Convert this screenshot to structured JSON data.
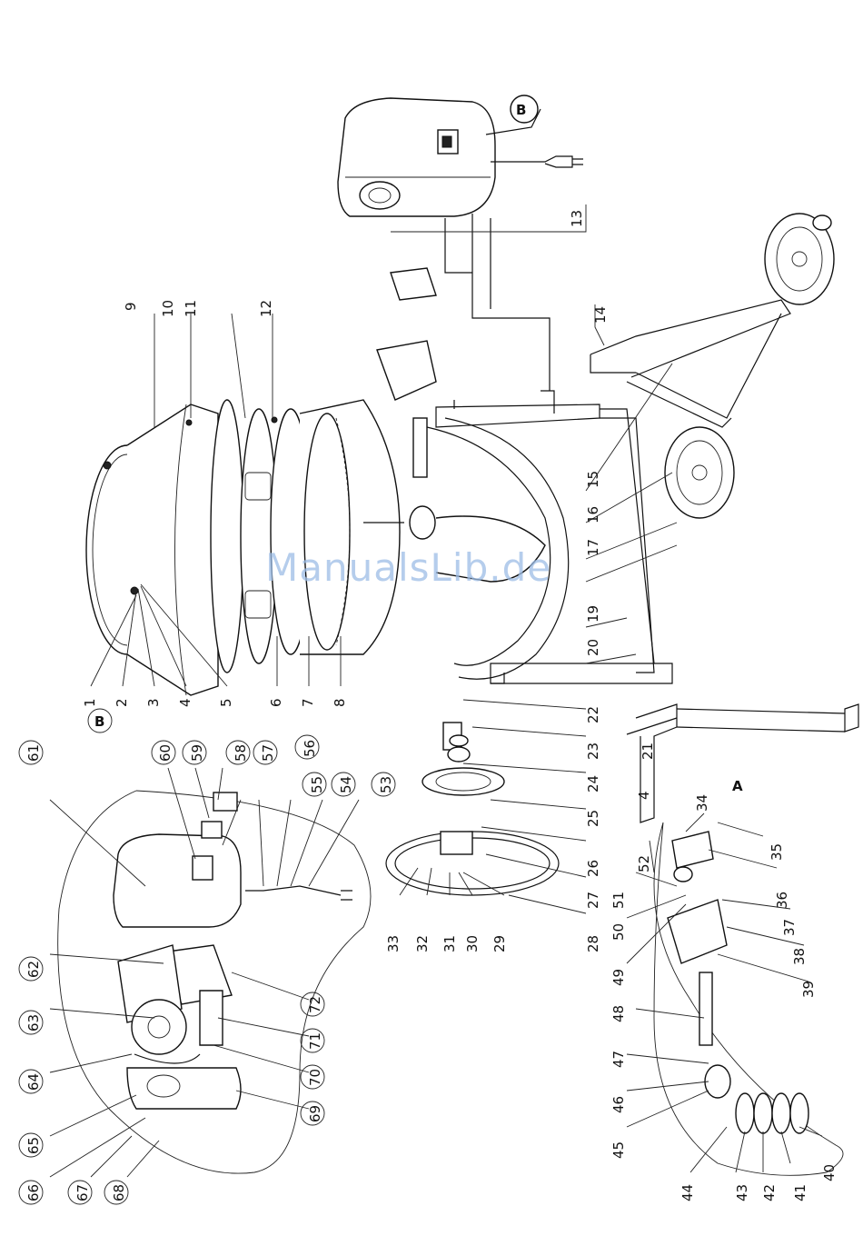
{
  "watermark": "ManualsLib.de",
  "section_markers": {
    "B_top": "B",
    "B_left": "B",
    "A": "A"
  },
  "parts": {
    "p1": "1",
    "p2": "2",
    "p3": "3",
    "p4": "4",
    "p5": "5",
    "p6": "6",
    "p7": "7",
    "p8": "8",
    "p9": "9",
    "p10": "10",
    "p11": "11",
    "p12": "12",
    "p13": "13",
    "p14": "14",
    "p15": "15",
    "p16": "16",
    "p17": "17",
    "p19": "19",
    "p20": "20",
    "p21": "21",
    "p22": "22",
    "p23": "23",
    "p24": "24",
    "p25": "25",
    "p26": "26",
    "p27": "27",
    "p28": "28",
    "p29": "29",
    "p30": "30",
    "p31": "31",
    "p32": "32",
    "p33": "33",
    "p34": "34",
    "p35": "35",
    "p36": "36",
    "p37": "37",
    "p38": "38",
    "p39": "39",
    "p40": "40",
    "p41": "41",
    "p42": "42",
    "p43": "43",
    "p44": "44",
    "p45": "45",
    "p46": "46",
    "p47": "47",
    "p48": "48",
    "p49": "49",
    "p50": "50",
    "p51": "51",
    "p52": "52",
    "p4b": "4",
    "p53": "53",
    "p54": "54",
    "p55": "55",
    "p56": "56",
    "p57": "57",
    "p58": "58",
    "p59": "59",
    "p60": "60",
    "p61": "61",
    "p62": "62",
    "p63": "63",
    "p64": "64",
    "p65": "65",
    "p66": "66",
    "p67": "67",
    "p68": "68",
    "p69": "69",
    "p70": "70",
    "p71": "71",
    "p72": "72"
  }
}
